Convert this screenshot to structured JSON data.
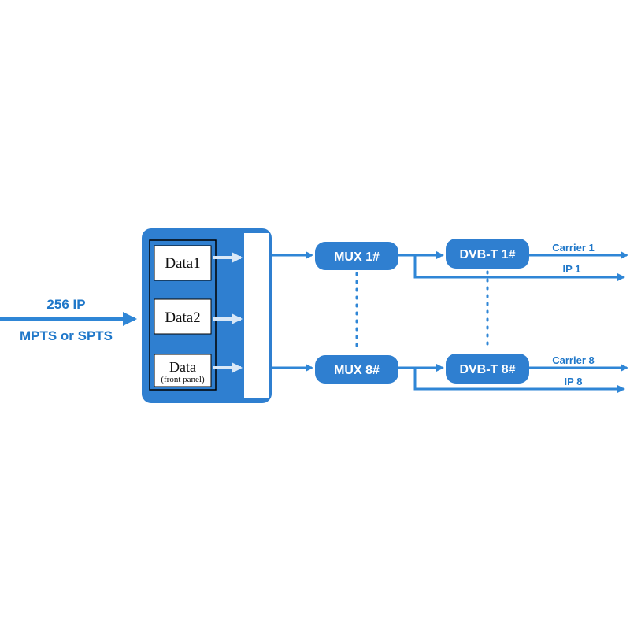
{
  "colors": {
    "primary_blue": "#2f7fd0",
    "arrow_blue": "#2f86d6",
    "label_blue": "#1f77c9",
    "dotted_blue": "#2f86d6",
    "white": "#ffffff",
    "data_arrow": "#d9e8f7"
  },
  "input": {
    "line1": "256 IP",
    "line2": "MPTS or SPTS"
  },
  "processor": {
    "data1": "Data1",
    "data2": "Data2",
    "data3_main": "Data",
    "data3_sub": "(front panel)"
  },
  "mux": {
    "top": "MUX 1#",
    "bottom": "MUX 8#"
  },
  "modulator": {
    "top": "DVB-T 1#",
    "bottom": "DVB-T 8#"
  },
  "outputs": {
    "carrier_top": "Carrier 1",
    "ip_top": "IP 1",
    "carrier_bottom": "Carrier 8",
    "ip_bottom": "IP 8"
  }
}
